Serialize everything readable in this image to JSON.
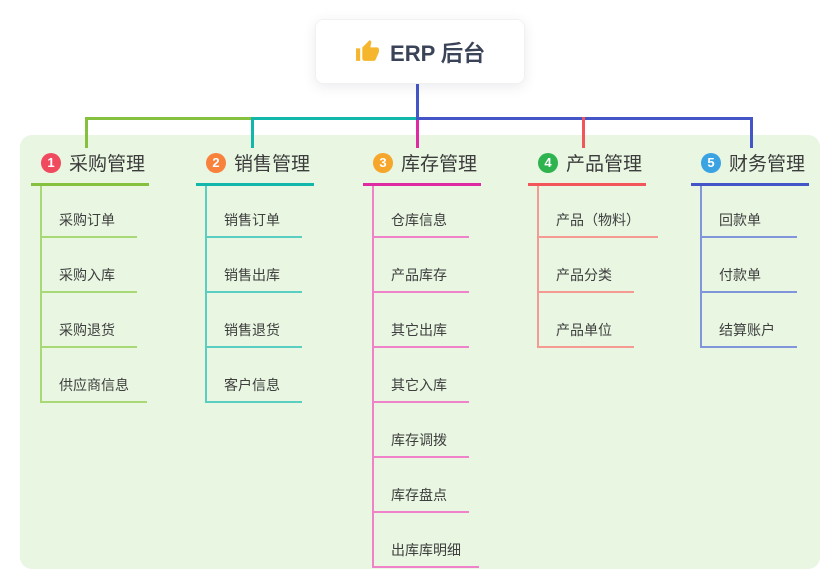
{
  "root": {
    "label": "ERP 后台",
    "icon": "thumbs-up-icon",
    "icon_color": "#f5b62d"
  },
  "canvas": {
    "background": "#ffffff",
    "panel_background": "#e8f6e2"
  },
  "root_connector_color": "#4456c7",
  "branches": [
    {
      "number": "1",
      "label": "采购管理",
      "line_color": "#85c13e",
      "child_line_color": "#a9d877",
      "badge_color": "#ef4a5e",
      "children": [
        "采购订单",
        "采购入库",
        "采购退货",
        "供应商信息"
      ]
    },
    {
      "number": "2",
      "label": "销售管理",
      "line_color": "#10b7aa",
      "child_line_color": "#5bcec2",
      "badge_color": "#f8813c",
      "children": [
        "销售订单",
        "销售出库",
        "销售退货",
        "客户信息"
      ]
    },
    {
      "number": "3",
      "label": "库存管理",
      "line_color": "#e02aa4",
      "child_line_color": "#ef82c9",
      "badge_color": "#f6a62b",
      "children": [
        "仓库信息",
        "产品库存",
        "其它出库",
        "其它入库",
        "库存调拨",
        "库存盘点",
        "出库库明细"
      ]
    },
    {
      "number": "4",
      "label": "产品管理",
      "line_color": "#f2555a",
      "child_line_color": "#f59a93",
      "badge_color": "#2eb34f",
      "children": [
        "产品（物料）",
        "产品分类",
        "产品单位"
      ]
    },
    {
      "number": "5",
      "label": "财务管理",
      "line_color": "#4456c7",
      "child_line_color": "#8095da",
      "badge_color": "#3ba3e2",
      "children": [
        "回款单",
        "付款单",
        "结算账户"
      ]
    }
  ]
}
